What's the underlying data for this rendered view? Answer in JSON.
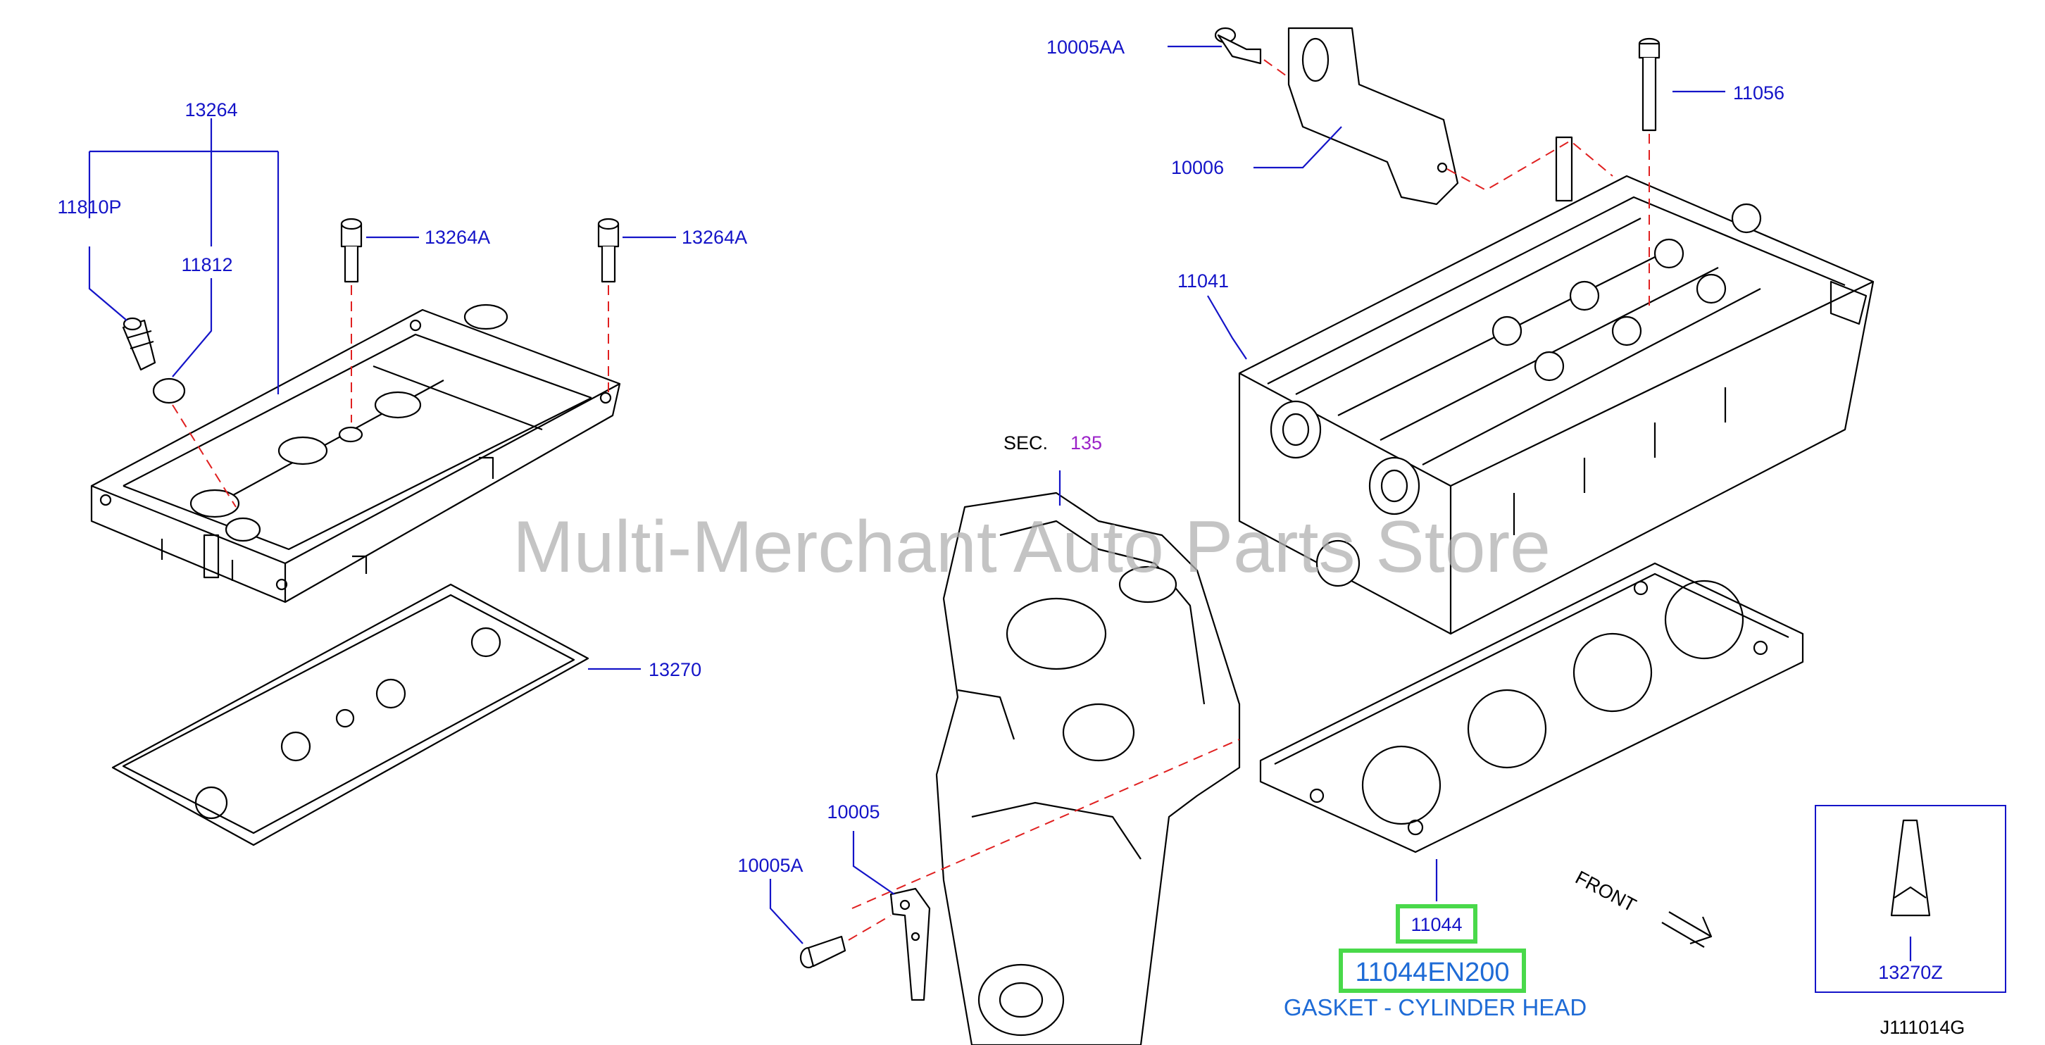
{
  "diagram_code": "J111014G",
  "watermark": "Multi-Merchant Auto Parts Store",
  "colors": {
    "callout": "#1414c8",
    "highlight_box": "#49d94a",
    "selected_part": "#1e6bd6",
    "section_ref": "#9b22c8",
    "guide_line": "#e02020"
  },
  "callouts": {
    "c13264": "13264",
    "c11810P": "11810P",
    "c11812": "11812",
    "c13264A_1": "13264A",
    "c13264A_2": "13264A",
    "c13270": "13270",
    "c10005AA": "10005AA",
    "c10006": "10006",
    "c11056": "11056",
    "c11041": "11041",
    "c10005": "10005",
    "c10005A": "10005A",
    "c11044": "11044",
    "c13270Z": "13270Z"
  },
  "section_ref": {
    "prefix": "SEC.",
    "number": "135"
  },
  "front_label": "FRONT",
  "selected": {
    "part_number": "11044EN200",
    "description": "GASKET - CYLINDER HEAD"
  }
}
